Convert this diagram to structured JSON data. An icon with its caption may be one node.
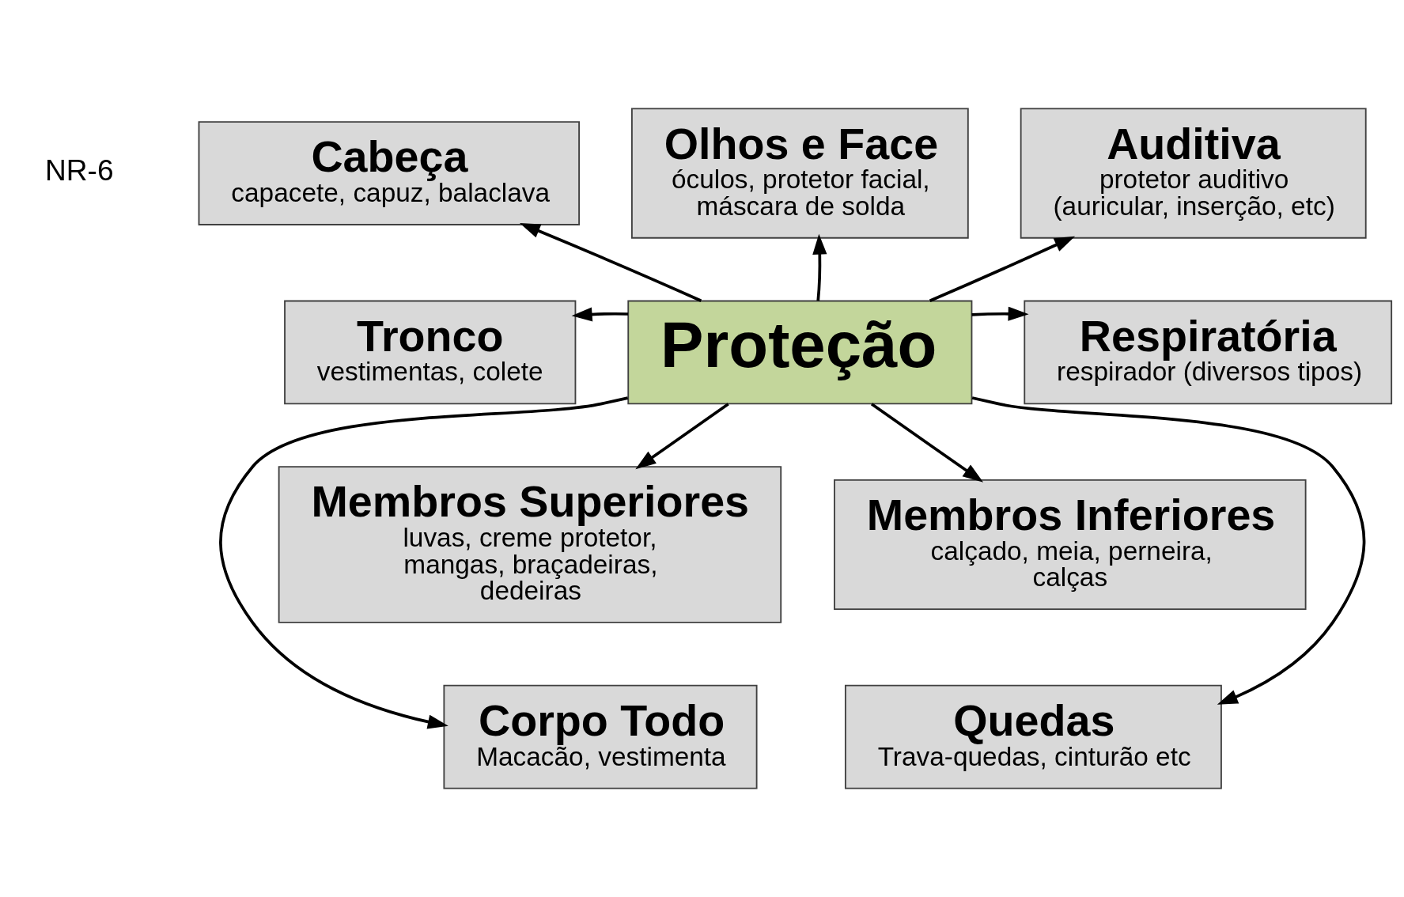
{
  "diagram": {
    "nodes": [
      {
        "text": [
          "Cabeça",
          "capacete, capuz, balaclava"
        ]
      },
      {
        "text": [
          "Olhos e Face",
          "óculos, protetor facial, máscara de solda"
        ]
      },
      {
        "text": [
          "Auditiva",
          "protetor auditivo (auricular, inserção, etc)"
        ]
      },
      {
        "text": [
          "Tronco",
          "vestimentas, colete"
        ]
      },
      {
        "text": [
          "Proteção"
        ]
      },
      {
        "text": [
          "Respiratória",
          "respirador (diversos tipos)"
        ]
      },
      {
        "text": [
          "Membros Superiores",
          "luvas, creme protetor, mangas, braçadeiras, dedeiras"
        ]
      },
      {
        "text": [
          "Membros Inferiores",
          "calçado, meia, perneira, calças"
        ]
      },
      {
        "text": [
          "Corpo Todo",
          "Macacão, vestimenta"
        ]
      },
      {
        "text": [
          "Quedas",
          "Trava-quedas, cinturão etc"
        ]
      }
    ],
    "edges": [
      {
        "from": 4,
        "to": 0,
        "arrow": "to"
      },
      {
        "from": 4,
        "to": 1,
        "arrow": "to"
      },
      {
        "from": 4,
        "to": 2,
        "arrow": "to"
      },
      {
        "from": 4,
        "to": 3,
        "arrow": "to"
      },
      {
        "from": 4,
        "to": 5,
        "arrow": "to"
      },
      {
        "from": 4,
        "to": 6,
        "arrow": "to"
      },
      {
        "from": 4,
        "to": 7,
        "arrow": "to"
      },
      {
        "from": 4,
        "to": 8,
        "arrow": "to"
      },
      {
        "from": 4,
        "to": 9,
        "arrow": "to"
      }
    ],
    "labels": [
      "NR-6"
    ]
  }
}
